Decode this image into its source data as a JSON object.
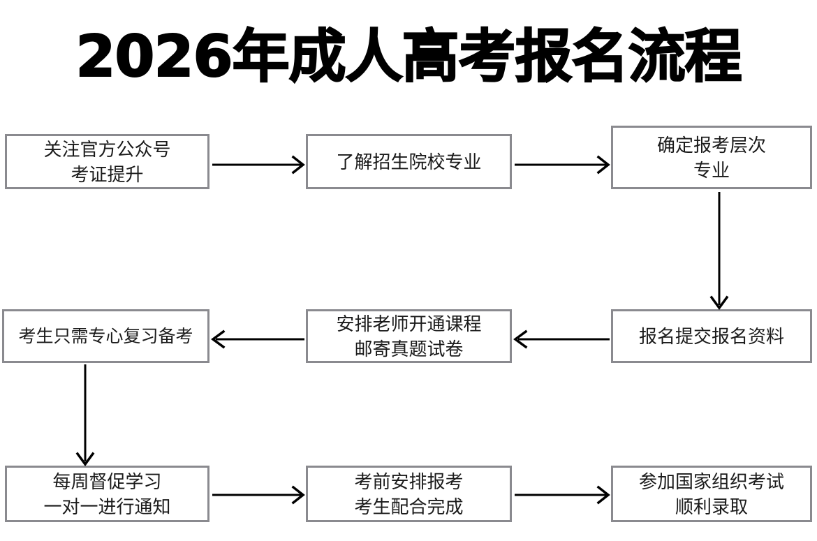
{
  "title": "2026年成人高考报名流程",
  "style": {
    "background": "#ffffff",
    "box_border": "#8a8a8f",
    "box_fill": "#ffffff",
    "text_color": "#1a1a1a",
    "title_color": "#000000",
    "arrow_color": "#000000"
  },
  "flowchart": {
    "type": "flowchart",
    "direction": "serpentine-3x3",
    "nodes": [
      {
        "id": "n1",
        "row": 1,
        "col": 1,
        "lines": [
          "关注官方公众号",
          "考证提升"
        ]
      },
      {
        "id": "n2",
        "row": 1,
        "col": 2,
        "lines": [
          "了解招生院校专业"
        ]
      },
      {
        "id": "n3",
        "row": 1,
        "col": 3,
        "lines": [
          "确定报考层次",
          "专业"
        ]
      },
      {
        "id": "n4",
        "row": 2,
        "col": 3,
        "lines": [
          "报名提交报名资料"
        ]
      },
      {
        "id": "n5",
        "row": 2,
        "col": 2,
        "lines": [
          "安排老师开通课程",
          "邮寄真题试卷"
        ]
      },
      {
        "id": "n6",
        "row": 2,
        "col": 1,
        "lines": [
          "考生只需专心复习备考"
        ]
      },
      {
        "id": "n7",
        "row": 3,
        "col": 1,
        "lines": [
          "每周督促学习",
          "一对一进行通知"
        ]
      },
      {
        "id": "n8",
        "row": 3,
        "col": 2,
        "lines": [
          "考前安排报考",
          "考生配合完成"
        ]
      },
      {
        "id": "n9",
        "row": 3,
        "col": 3,
        "lines": [
          "参加国家组织考试",
          "顺利录取"
        ]
      }
    ],
    "edges": [
      {
        "from": "n1",
        "to": "n2",
        "direction": "right"
      },
      {
        "from": "n2",
        "to": "n3",
        "direction": "right"
      },
      {
        "from": "n3",
        "to": "n4",
        "direction": "down"
      },
      {
        "from": "n4",
        "to": "n5",
        "direction": "left"
      },
      {
        "from": "n5",
        "to": "n6",
        "direction": "left"
      },
      {
        "from": "n6",
        "to": "n7",
        "direction": "down"
      },
      {
        "from": "n7",
        "to": "n8",
        "direction": "right"
      },
      {
        "from": "n8",
        "to": "n9",
        "direction": "right"
      }
    ]
  }
}
